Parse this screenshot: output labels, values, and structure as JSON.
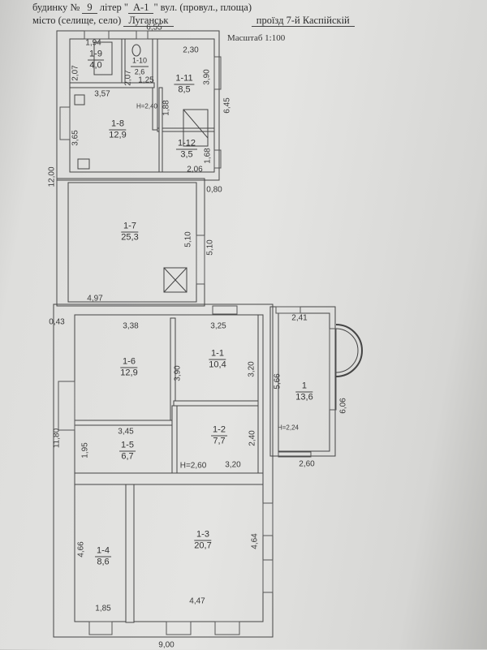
{
  "header": {
    "house_label": "будинку №",
    "house_number": "9",
    "letter_label": "літер \"",
    "letter_value": "А-1",
    "street_label": "\" вул. (провул., площа)",
    "street_value": "проїзд 7-й Каспійскій",
    "city_label": "місто (селище, село)",
    "city_value": "Луганськ"
  },
  "scale": "Масштаб 1:100",
  "rooms": [
    {
      "id": "1-9",
      "area": "4,0"
    },
    {
      "id": "1-10",
      "area": "2,6"
    },
    {
      "id": "1-11",
      "area": "8,5"
    },
    {
      "id": "1-8",
      "area": "12,9"
    },
    {
      "id": "1-12",
      "area": "3,5"
    },
    {
      "id": "1-7",
      "area": "25,3"
    },
    {
      "id": "1-6",
      "area": "12,9"
    },
    {
      "id": "1-1",
      "area": "10,4"
    },
    {
      "id": "1",
      "area": "13,6"
    },
    {
      "id": "1-5",
      "area": "6,7"
    },
    {
      "id": "1-2",
      "area": "7,7"
    },
    {
      "id": "1-4",
      "area": "8,6"
    },
    {
      "id": "1-3",
      "area": "20,7"
    }
  ],
  "dimensions": [
    "6,55",
    "1,94",
    "2,07",
    "2,07",
    "2,30",
    "3,90",
    "1,25",
    "3,57",
    "H=2,40",
    "1,88",
    "6,45",
    "3,65",
    "1,68",
    "2,06",
    "12,00",
    "0,80",
    "5,10",
    "5,10",
    "4,97",
    "0,43",
    "3,38",
    "3,25",
    "2,41",
    "3,90",
    "3,20",
    "5,66",
    "6,06",
    "3,45",
    "H=2,24",
    "2,40",
    "11,80",
    "1,95",
    "2,60",
    "H=2,60",
    "3,20",
    "4,66",
    "4,64",
    "1,85",
    "4,47",
    "9,00"
  ]
}
